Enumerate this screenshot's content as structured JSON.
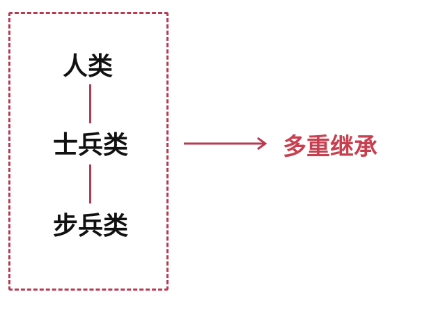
{
  "hierarchy": {
    "nodes": [
      {
        "label": "人类"
      },
      {
        "label": "士兵类"
      },
      {
        "label": "步兵类"
      }
    ]
  },
  "result": {
    "label": "多重继承"
  },
  "colors": {
    "accent": "#b83a52",
    "result_text": "#c8404f",
    "node_text": "#111111",
    "background": "#ffffff"
  }
}
